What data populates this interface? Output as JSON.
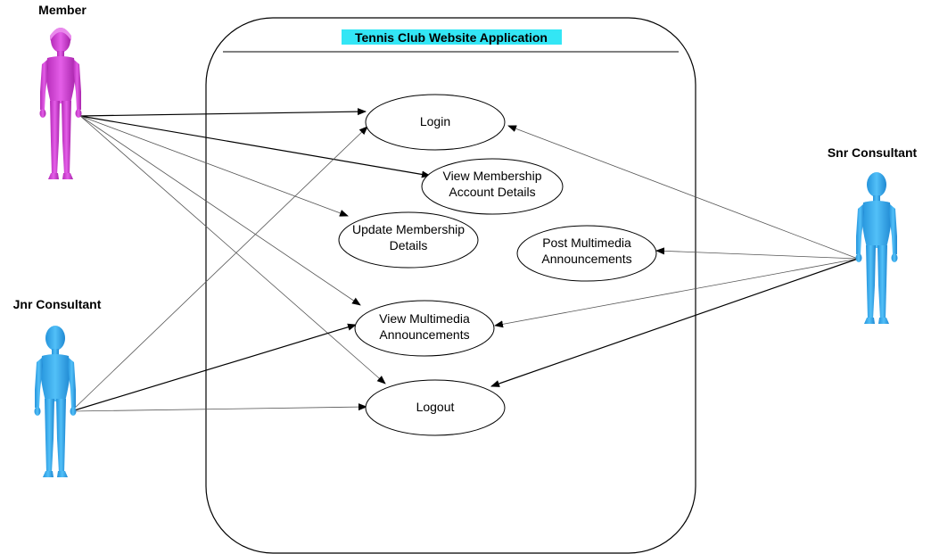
{
  "system": {
    "title": "Tennis Club Website Application",
    "title_highlight": "#33e6f5"
  },
  "actors": {
    "member": {
      "name": "Member",
      "color": "#d13fd6"
    },
    "jnr": {
      "name": "Jnr Consultant",
      "color": "#33a8ee"
    },
    "snr": {
      "name": "Snr Consultant",
      "color": "#33a8ee"
    }
  },
  "use_cases": {
    "login": [
      "Login"
    ],
    "view_account": [
      "View Membership",
      "Account Details"
    ],
    "update_details": [
      "Update Membership",
      "Details"
    ],
    "post_multimedia": [
      "Post Multimedia",
      "Announcements"
    ],
    "view_multimedia": [
      "View Multimedia",
      "Announcements"
    ],
    "logout": [
      "Logout"
    ]
  },
  "associations": [
    {
      "from": "member",
      "to": "login",
      "bold": true
    },
    {
      "from": "member",
      "to": "view_account",
      "bold": true
    },
    {
      "from": "member",
      "to": "update_details",
      "bold": false
    },
    {
      "from": "member",
      "to": "view_multimedia",
      "bold": false
    },
    {
      "from": "member",
      "to": "logout",
      "bold": false
    },
    {
      "from": "jnr",
      "to": "login",
      "bold": false
    },
    {
      "from": "jnr",
      "to": "view_multimedia",
      "bold": true
    },
    {
      "from": "jnr",
      "to": "logout",
      "bold": false
    },
    {
      "from": "snr",
      "to": "login",
      "bold": false
    },
    {
      "from": "snr",
      "to": "post_multimedia",
      "bold": false
    },
    {
      "from": "snr",
      "to": "view_multimedia",
      "bold": false
    },
    {
      "from": "snr",
      "to": "logout",
      "bold": true
    }
  ]
}
